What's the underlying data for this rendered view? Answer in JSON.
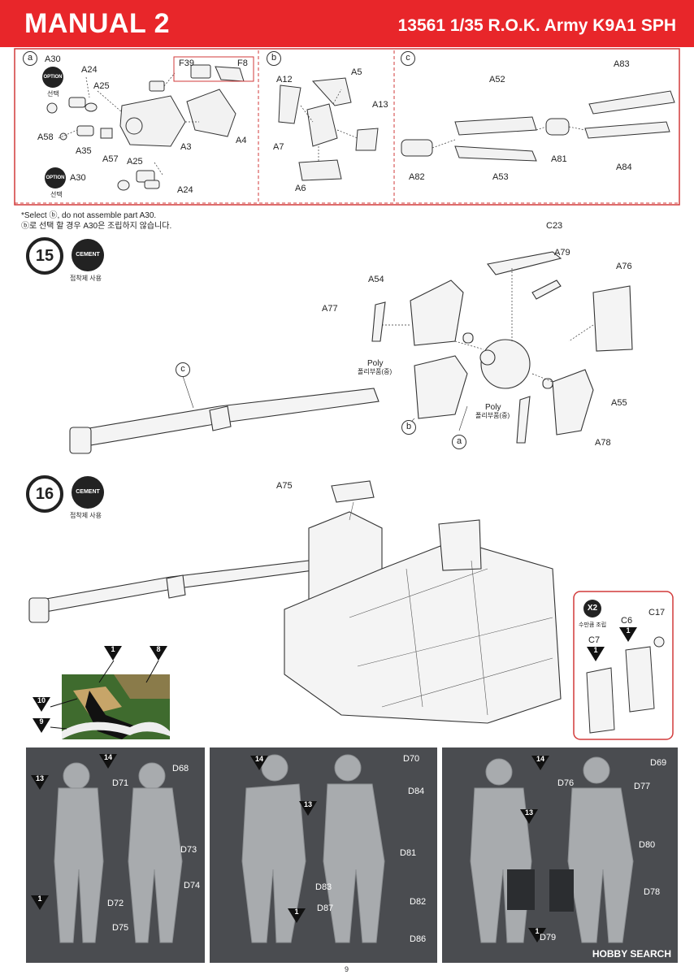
{
  "header": {
    "title": "MANUAL 2",
    "product": "13561 1/35 R.O.K. Army K9A1 SPH"
  },
  "panel_a": {
    "marker": "a",
    "option_badge": "OPTION",
    "option_ko": "선택",
    "parts": [
      "A30",
      "A24",
      "A25",
      "F39",
      "F8",
      "A58",
      "A35",
      "A57",
      "A3",
      "A4",
      "A25",
      "A30",
      "A24"
    ]
  },
  "panel_b": {
    "marker": "b",
    "parts": [
      "A12",
      "A5",
      "A13",
      "A7",
      "A6"
    ]
  },
  "panel_c": {
    "marker": "c",
    "parts": [
      "A52",
      "A83",
      "A81",
      "A82",
      "A53",
      "A84"
    ]
  },
  "notes": {
    "en": "*Select ⓑ, do not assemble part A30.",
    "ko": "ⓑ로 선택 할 경우 A30은 조립하지 않습니다."
  },
  "step15": {
    "number": "15",
    "cement": "CEMENT",
    "cement_ko": "접착제 사용",
    "labels": [
      "C23",
      "A79",
      "A76",
      "A54",
      "A77",
      "c",
      "Poly",
      "폴리부품(중)",
      "b",
      "Poly",
      "폴리부품(중)",
      "a",
      "A55",
      "A78"
    ]
  },
  "step16": {
    "number": "16",
    "cement": "CEMENT",
    "cement_ko": "접착제 사용",
    "labels": [
      "A75"
    ],
    "inset": {
      "x2": "X2",
      "x2_ko": "수만큼 조립",
      "parts": [
        "C6",
        "C17",
        "C7"
      ],
      "color_c6": "1",
      "color_c7": "1"
    }
  },
  "camo": {
    "colors": [
      "1",
      "8",
      "10",
      "9"
    ]
  },
  "figures": {
    "photo1": {
      "labels": [
        "14",
        "D68",
        "13",
        "D71",
        "D73",
        "D74",
        "D72",
        "1",
        "D75"
      ]
    },
    "photo2": {
      "labels": [
        "14",
        "D70",
        "13",
        "D84",
        "D81",
        "D83",
        "D82",
        "1",
        "D87",
        "D86"
      ]
    },
    "photo3": {
      "labels": [
        "14",
        "D69",
        "D76",
        "D77",
        "13",
        "D80",
        "D78",
        "1",
        "D79"
      ]
    }
  },
  "footer": {
    "watermark": "HOBBY SEARCH",
    "page": "9"
  },
  "colors": {
    "header_red": "#e8262a",
    "frame_red": "#d23a3a"
  }
}
